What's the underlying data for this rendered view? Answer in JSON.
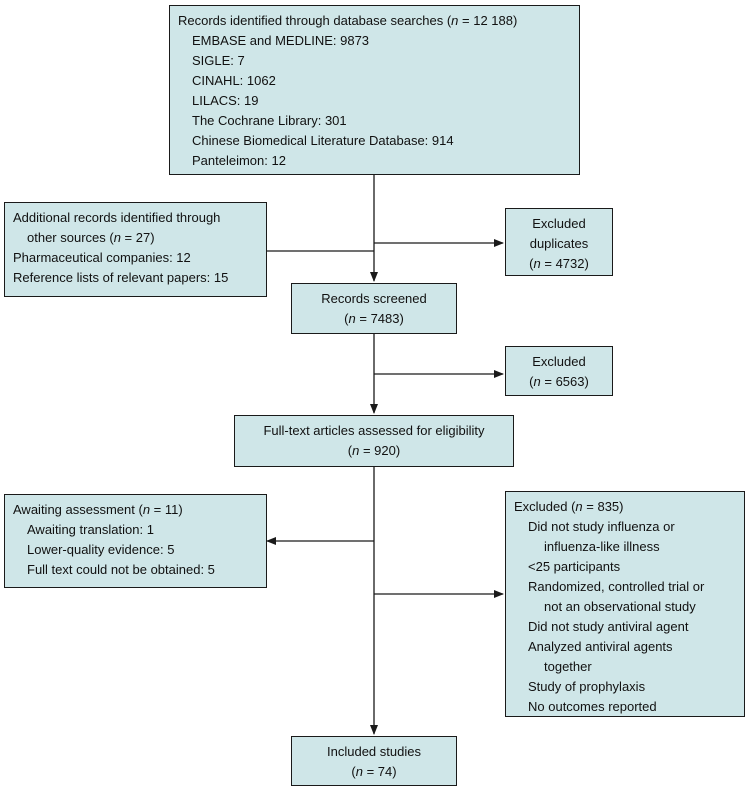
{
  "identified": {
    "title_pre": "Records identified through database searches (",
    "title_n": "n",
    "title_post": " = 12 188)",
    "items": [
      "EMBASE and MEDLINE: 9873",
      "SIGLE: 7",
      "CINAHL: 1062",
      "LILACS: 19",
      "The Cochrane Library: 301",
      "Chinese Biomedical Literature Database: 914",
      "Panteleimon: 12"
    ]
  },
  "additional": {
    "line1": "Additional records identified through",
    "line2_pre": "other sources (",
    "line2_n": "n",
    "line2_post": " = 27)",
    "items": [
      "Pharmaceutical companies: 12",
      "Reference lists of relevant papers: 15"
    ]
  },
  "excluded_duplicates": {
    "line1": "Excluded",
    "line2": "duplicates",
    "n_pre": "(",
    "n": "n",
    "n_post": " = 4732)"
  },
  "screened": {
    "line1": "Records screened",
    "n_pre": "(",
    "n": "n",
    "n_post": " = 7483)"
  },
  "excluded_screen": {
    "line1": "Excluded",
    "n_pre": "(",
    "n": "n",
    "n_post": " = 6563)"
  },
  "fulltext": {
    "line1": "Full-text articles assessed for eligibility",
    "n_pre": "(",
    "n": "n",
    "n_post": " = 920)"
  },
  "awaiting": {
    "title_pre": "Awaiting assessment (",
    "title_n": "n",
    "title_post": " = 11)",
    "items": [
      "Awaiting translation: 1",
      "Lower-quality evidence: 5",
      "Full text could not be obtained: 5"
    ]
  },
  "excluded_fulltext": {
    "title_pre": "Excluded (",
    "title_n": "n",
    "title_post": " = 835)",
    "items": [
      {
        "text": "Did not study influenza or",
        "indent": 1
      },
      {
        "text": "influenza-like illness",
        "indent": 2
      },
      {
        "text": "<25 participants",
        "indent": 1
      },
      {
        "text": "Randomized, controlled trial or",
        "indent": 1
      },
      {
        "text": "not an observational study",
        "indent": 2
      },
      {
        "text": "Did not study antiviral agent",
        "indent": 1
      },
      {
        "text": "Analyzed antiviral agents",
        "indent": 1
      },
      {
        "text": "together",
        "indent": 2
      },
      {
        "text": "Study of prophylaxis",
        "indent": 1
      },
      {
        "text": "No outcomes reported",
        "indent": 1
      }
    ]
  },
  "included": {
    "line1": "Included studies",
    "n_pre": "(",
    "n": "n",
    "n_post": " = 74)"
  },
  "colors": {
    "box_fill": "#cfe6e8",
    "border": "#1a1a1a"
  }
}
